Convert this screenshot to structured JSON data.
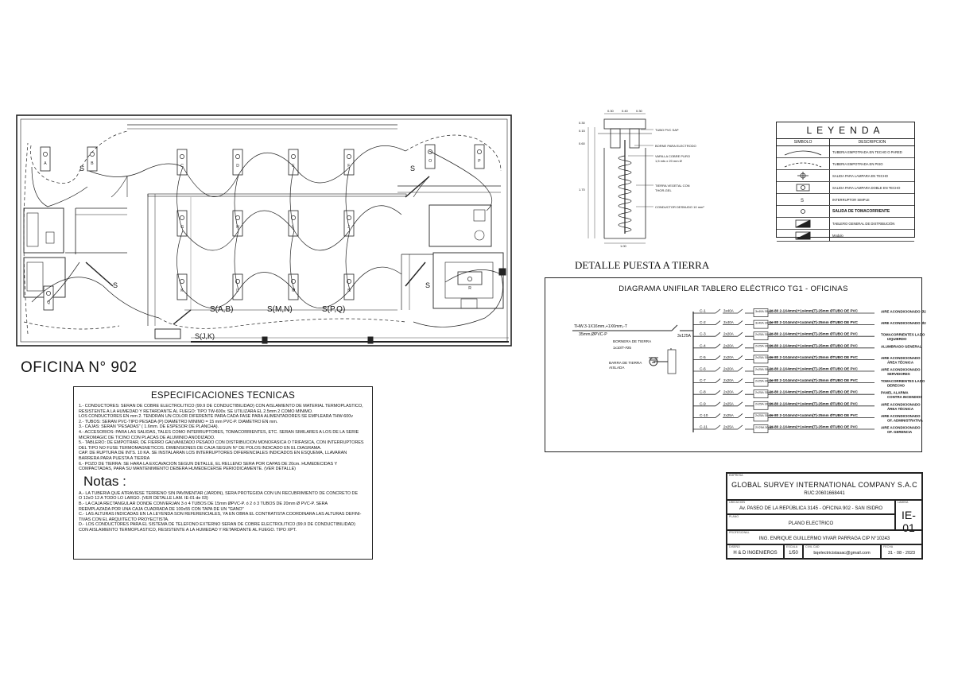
{
  "office_title": "OFICINA N° 902",
  "ground_detail": {
    "title": "DETALLE PUESTA A TIERRA",
    "labels": [
      "TUBO PVC SAP",
      "BORNE PARA ELECTRODO",
      "VARILLA COBRE PURO",
      "1,5 mts x 20 mm Ø",
      "TIERRA VEGETAL CON",
      "THOR-GEL",
      "CONDUCTOR DESNUDO 10 mm²"
    ],
    "dims": [
      "0.30",
      "0.40",
      "0.30",
      "1.00",
      "0.15",
      "0.60",
      "1.70",
      "0.30"
    ]
  },
  "legend": {
    "title": "LEYENDA",
    "col_symbol": "SIMBOLO",
    "col_desc": "DESCRIPCION",
    "rows": [
      {
        "icon": "conduit-wall-ceiling-icon",
        "desc": "TUBERIA EMPOTRADA EN TECHO O PARED"
      },
      {
        "icon": "conduit-floor-icon",
        "desc": "TUBERIA EMPOTRADA EN PISO"
      },
      {
        "icon": "ceiling-light-outlet-icon",
        "desc": "SALIDA PARA LAMPARA EN TECHO"
      },
      {
        "icon": "double-lamp-outlet-icon",
        "desc": "SALIDA PARA LAMPARA DOBLE EN TECHO"
      },
      {
        "icon": "simple-switch-icon",
        "desc": "INTERRUPTOR SIMPLE"
      },
      {
        "icon": "power-outlet-icon",
        "desc": "SALIDA DE TOMACORRIENTE"
      },
      {
        "icon": "distribution-board-icon",
        "desc": "TABLERO GENERAL DE DISTRIBUCIÓN"
      },
      {
        "icon": "module-icon",
        "desc": "Modulo"
      }
    ]
  },
  "unifilar": {
    "title": "DIAGRAMA UNIFILAR TABLERO ELÉCTRICO TG1 -  OFICINAS",
    "feeder": "THW.3-1X16mm,+1X6mm,-T",
    "feeder_pipe": "35mm,ØPVC-P",
    "main_breaker": "3x125A",
    "ground_bar": "BORNERA DE TIERRA",
    "ground_wire": "1x10/T-#25",
    "isolated_bar": "BARRA DE TIERRA",
    "isolated_bar2": "AISLADA",
    "circuits": [
      {
        "id": "C-1",
        "breaker": "3x40A",
        "diff": "3x40A 30mA",
        "cable": "IH-80 2-1X4mm2+1x4mm(T)-25mm ØTUBO DE PVC",
        "load": "AIRE ACONDICIONADO Ø2",
        "load2": ""
      },
      {
        "id": "C-2",
        "breaker": "3x40A",
        "diff": "3x40A 30mA",
        "cable": "IH-80 2-1X4mm2+1x4mm(T)-25mm ØTUBO DE PVC",
        "load": "AIRE ACONDICIONADO Ø2",
        "load2": ""
      },
      {
        "id": "C-3",
        "breaker": "2x20A",
        "diff": "2x25A 30mA",
        "cable": "IH-80 2-1X4mm2+1x4mm(T)-25mm ØTUBO DE PVC",
        "load": "TOMACORRIENTES LADO",
        "load2": "IZQUIERDO"
      },
      {
        "id": "C-4",
        "breaker": "2x20A",
        "diff": "2x25A 30mA",
        "cable": "IH-80 2-1X4mm2+1x4mm(T)-25mm ØTUBO DE PVC",
        "load": "ALUMBRADO GENERAL",
        "load2": ""
      },
      {
        "id": "C-5",
        "breaker": "2x20A",
        "diff": "2x25A 30mA",
        "cable": "IH-80 2-1X4mm2+1x4mm(T)-25mm ØTUBO DE PVC",
        "load": "AIRE ACONDICIONADO",
        "load2": "ÁREA TÉCNICA"
      },
      {
        "id": "C-6",
        "breaker": "2x20A",
        "diff": "2x25A 30mA",
        "cable": "IH-80 2-1X4mm2+1x4mm(T)-25mm ØTUBO DE PVC",
        "load": "AIRE ACONDICIONADO",
        "load2": "SERVIDORES"
      },
      {
        "id": "C-7",
        "breaker": "2x20A",
        "diff": "2x25A 30mA",
        "cable": "IH-80 2-1X4mm2+1x4mm(T)-25mm ØTUBO DE PVC",
        "load": "TOMACORRIENTES LADO",
        "load2": "DERECHO"
      },
      {
        "id": "C-8",
        "breaker": "2x20A",
        "diff": "2x25A 30mA",
        "cable": "IH-80 2-1X4mm2+1x4mm(T)-25mm ØTUBO DE PVC",
        "load": "PANEL ALARMA",
        "load2": "CONTRA INCENDIOS"
      },
      {
        "id": "C-9",
        "breaker": "2x25A",
        "diff": "2x25A 30mA",
        "cable": "IH-80 2-1X4mm2+1x4mm(T)-25mm ØTUBO DE PVC",
        "load": "AIRE ACONDICIONADO",
        "load2": "ÁREA TÉCNICA"
      },
      {
        "id": "C-10",
        "breaker": "2x25A",
        "diff": "2x25A 30mA",
        "cable": "IH-80 2-1X4mm2+1x4mm(T)-25mm ØTUBO DE PVC",
        "load": "AIRE ACONDICIONADO",
        "load2": "OF. ADMINISTRATIVA"
      },
      {
        "id": "C-11",
        "breaker": "2x25A",
        "diff": "2X25A 30mA",
        "cable": "IH-80 2-1X4mm2+1x4mm(T)-25mm ØTUBO DE PVC",
        "load": "AIRE ACONDICIONADO",
        "load2": "OF. GERENCIA"
      }
    ]
  },
  "specs": {
    "title": "ESPECIFICACIONES TECNICAS",
    "lines": [
      "1.- CONDUCTORES:      SERAN DE COBRE ELECTROLITICO (99.9 DE CONDUCTIBILIDAD) CON AISLAMIENTO DE MATERIAL TERMOPLASTICO,",
      "        RESISTENTE A LA HUMEDAD Y RETARDANTE AL FUEGO: TIPO TW-600v. SE UTILIZARA EL 2.5mm 2 COMO MINIMO.",
      "        LOS CONDUCTORES EN mm 2. TENDRAN UN COLOR DIFERENTE PARA CADA FASE PARA ALIMENTADORES SE EMPLEARA THW-600v",
      "2.- TUBOS:      SERAN PVC-TIPO PESADA (P) DIAMETRO MINIMO = 15 mm PVC-P. DIAMETRO EN mm.",
      "3.- CAJAS:      SERAN \"PESADAS\" ( 1.6mm. DE ESPESOR DE PLANCHA).",
      "4.- ACCESORIOS:  PARA LAS SALIDAS, TALES COMO INTERRUPTORES, TOMACORRIENTES, ETC. SERAN SIMILARES A LOS DE LA SERIE",
      "        MICROMAGIC DE TICINO CON PLACAS DE ALUMINIO ANODIZADO.",
      "5.- TABLERO:      DE EMPOTRAR, DE FIERRO GALVANIZADO PESADO CON DISTRIBUCION MONOFASICA O TRIFASICA, CON INTERRUPTORES",
      "        DEL TIPO NO FUSE TERMOMAGNETICOS. DIMENSIONES DE CAJA SEGUN N° DE POLOS INDICADO EN EL DIAGRAMA.",
      "        CAP. DE RUPTURA DE INTS. 10 KA. SE INSTALARAN LOS INTERRUPTORES DIFERENCIALES INDICADOS EN ESQUEMA, LLAVARAN",
      "        BARRERA PARA PUESTA A TIERRA",
      "6.- POZO DE TIERRA:      SE HARA LA EXCAVACION SEGUN DETALLE, EL RELLENO SERA POR CAPAS DE 20cm. HUMEDECIDAS Y",
      "        COMPACTADAS, PARA SU MANTENIMIENTO DEBERA HUMEDECERSE PERIODICAMENTE. (VER DETALLE)"
    ],
    "notas_title": "Notas :",
    "notas": [
      "A.-    LA TUBERIA QUE ATRAVIESE TERRENO SIN PAVIMENTAR (JARDIN), SERA PROTEGIDA CON UN RECUBRIMIENTO DE CONCRETO DE",
      "          Ó 12xÓ 12 A TODO LO LARGO. (VER DETALLE LAM. IE-01 de 03)",
      "B.-    LA CAJA RECTANGULAR DONDE CONVERJAN 3 ó 4 TUBOS DE 15mm ØPVC-P. ó 2 ó 3 TUBOS DE 20mm Ø PVC-P. SERA",
      "          REEMPLAZADA POR UNA CAJA CUADRADA DE 100x55 CON TAPA DE UN \"GANO\"",
      "C.-    LAS ALTURAS INDICADAS EN LA LEYENDA SON REFERENCIALES, YA EN OBRA EL CONTRATISTA COORDINARA LAS ALTURAS DEFINI-",
      "          TIVAS CON EL ARQUITECTO PROYECTISTA.",
      "D.-    LOS CONDUCTORES PARA EL SISTEMA DE TELEFONO EXTERNO SERAN DE COBRE ELECTROLITICO (99.9 DE CONDUCTIBILIDAD)",
      "          CON AISLAMIENTO TERMOPLASTICO, RESISTENTE A LA HUMEDAD Y RETARDANTE AL FUEGO. TIPO XPT."
    ]
  },
  "title_block": {
    "cap_company": "EMPRESA",
    "company": "GLOBAL SURVEY INTERNATIONAL COMPANY S.A.C",
    "ruc": "RUC:20601668441",
    "cap_location": "UBICACION",
    "location": "Av. PASEO DE LA REPÚBLICA 3145 - OFICINA 902 - SAN ISIDRO",
    "cap_sheet": "LAMINA",
    "sheet": "IE-01",
    "cap_plan": "PLANO",
    "plan": "PLANO ELECTRICO",
    "cap_professional": "PROFESIONAL",
    "professional": "ING. ENRIQUE GUILLERMO VIVAR PARRAGA  CIP N°10243",
    "cap_design": "DISEÑO",
    "design": "H & D INGENIEROS",
    "cap_scale": "ESCALA",
    "scale": "1/50",
    "cap_civil": "CIVIL CAD",
    "email": "bqelectricistasac@gmail.com",
    "cap_date": "FECHA",
    "date": "31 - 08 - 2023"
  },
  "plan_labels": {
    "switch_labels": [
      "S(A,B)",
      "S(M,N)",
      "S(P,Q)",
      "S(J,K)"
    ],
    "fixture_letters": [
      "A",
      "B",
      "C",
      "D",
      "E",
      "F",
      "G",
      "H",
      "I",
      "J",
      "K",
      "L",
      "M",
      "N",
      "O",
      "P",
      "Q",
      "R"
    ]
  }
}
